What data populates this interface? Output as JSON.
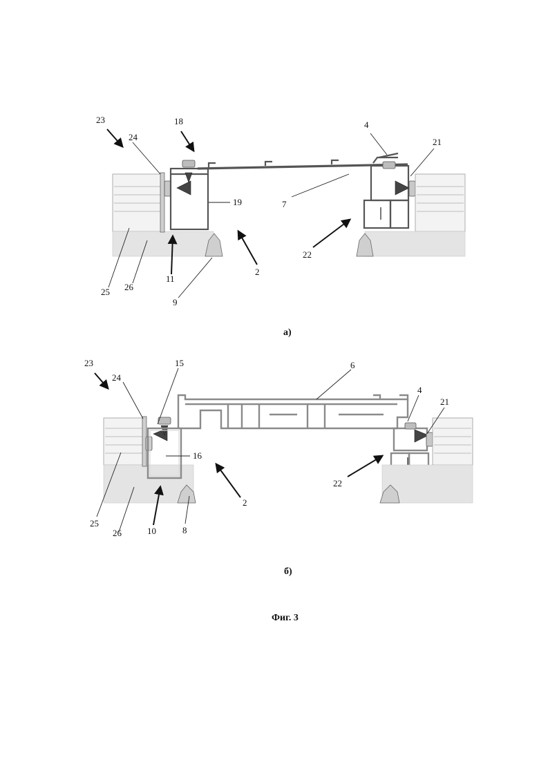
{
  "figure": {
    "caption": "Фиг. 3",
    "panel_a": {
      "caption": "а)",
      "labels": [
        "23",
        "24",
        "18",
        "4",
        "21",
        "19",
        "7",
        "2",
        "22",
        "11",
        "25",
        "26",
        "9"
      ]
    },
    "panel_b": {
      "caption": "б)",
      "labels": [
        "23",
        "24",
        "15",
        "6",
        "4",
        "21",
        "16",
        "2",
        "22",
        "25",
        "26",
        "10",
        "8"
      ]
    }
  }
}
